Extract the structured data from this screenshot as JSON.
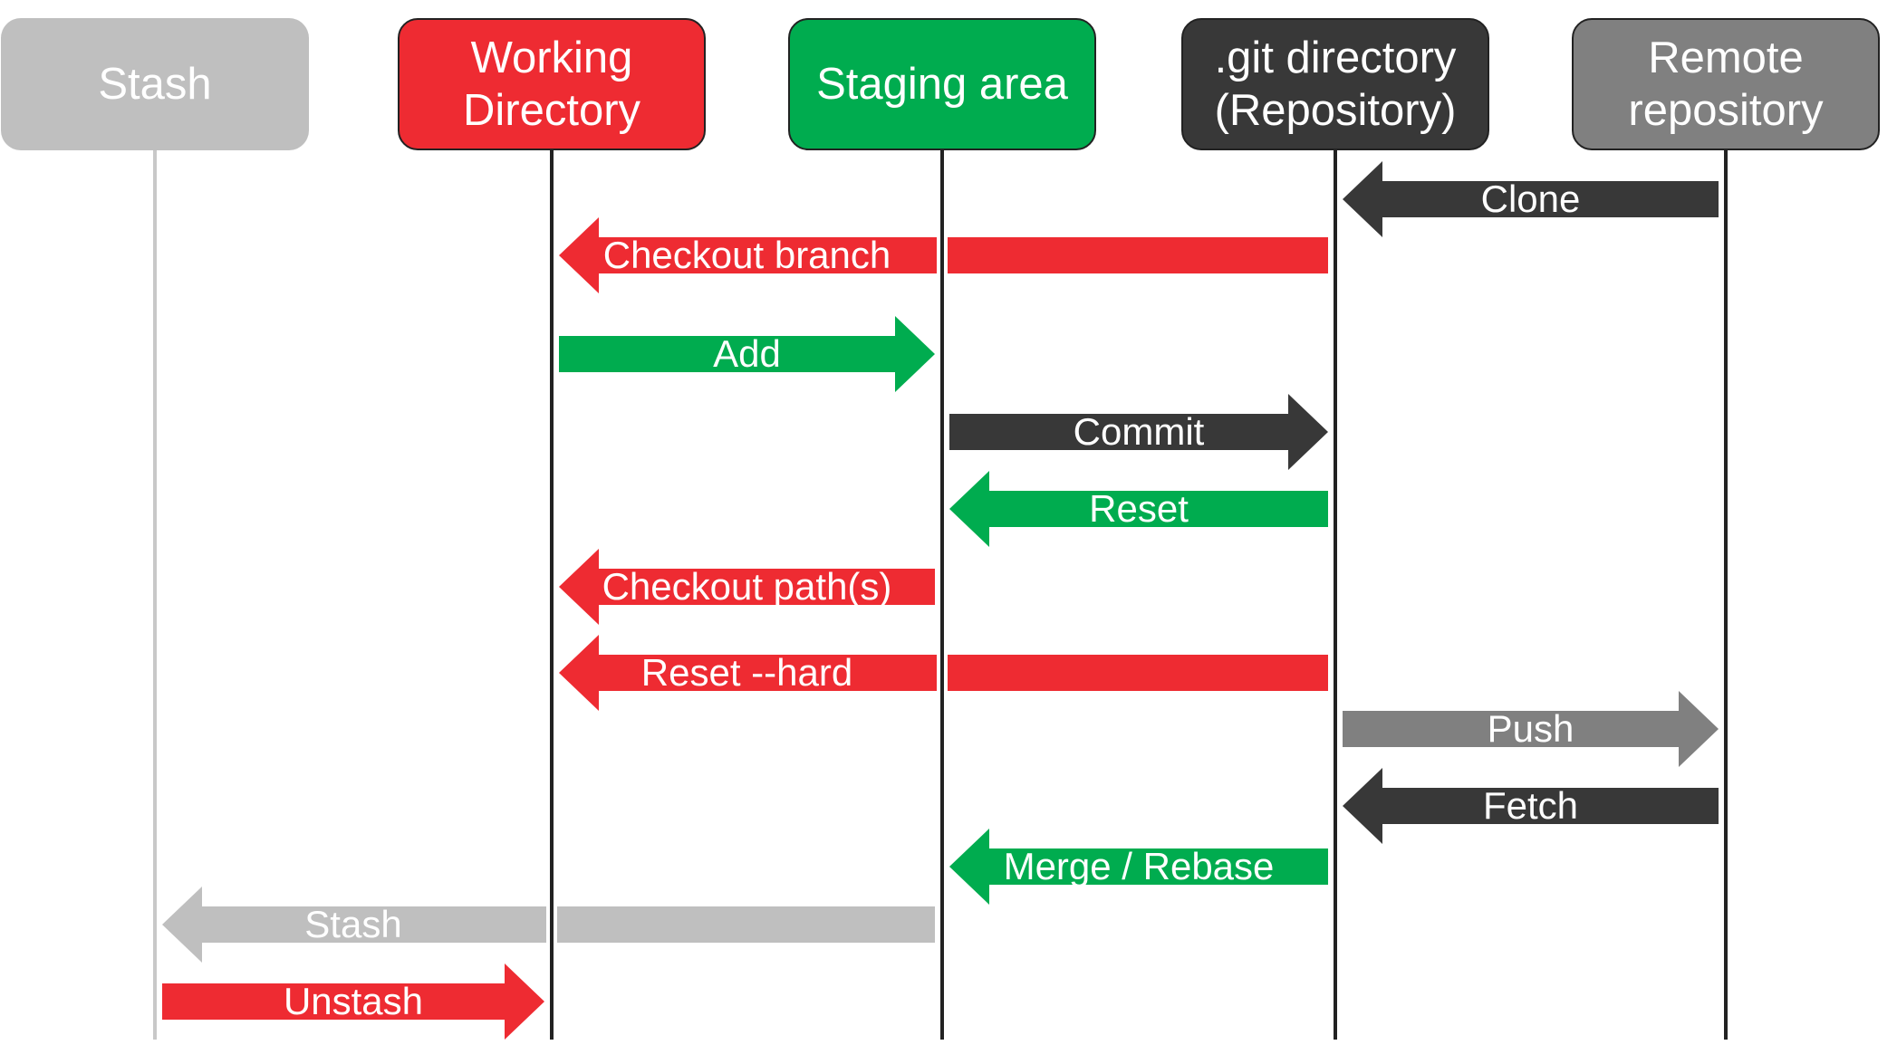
{
  "lanes": [
    {
      "id": "stash",
      "label": "Stash",
      "color": "#bfbfbf",
      "line_color": "#c8c8c8",
      "bordered": false
    },
    {
      "id": "working",
      "label": "Working\nDirectory",
      "color": "#ee2b32",
      "line_color": "#222222",
      "bordered": true
    },
    {
      "id": "staging",
      "label": "Staging area",
      "color": "#00ac4f",
      "line_color": "#222222",
      "bordered": true
    },
    {
      "id": "git",
      "label": ".git directory\n(Repository)",
      "color": "#383838",
      "line_color": "#222222",
      "bordered": true
    },
    {
      "id": "remote",
      "label": "Remote\nrepository",
      "color": "#808080",
      "line_color": "#222222",
      "bordered": true
    }
  ],
  "arrows": [
    {
      "label": "Clone",
      "from": "remote",
      "to": "git",
      "color": "#383838"
    },
    {
      "label": "Checkout branch",
      "from": "git",
      "to": "working",
      "color": "#ee2b32"
    },
    {
      "label": "Add",
      "from": "working",
      "to": "staging",
      "color": "#00ac4f"
    },
    {
      "label": "Commit",
      "from": "staging",
      "to": "git",
      "color": "#383838"
    },
    {
      "label": "Reset",
      "from": "git",
      "to": "staging",
      "color": "#00ac4f"
    },
    {
      "label": "Checkout path(s)",
      "from": "staging",
      "to": "working",
      "color": "#ee2b32"
    },
    {
      "label": "Reset --hard",
      "from": "git",
      "to": "working",
      "color": "#ee2b32"
    },
    {
      "label": "Push",
      "from": "git",
      "to": "remote",
      "color": "#808080"
    },
    {
      "label": "Fetch",
      "from": "remote",
      "to": "git",
      "color": "#383838"
    },
    {
      "label": "Merge / Rebase",
      "from": "git",
      "to": "staging",
      "color": "#00ac4f"
    },
    {
      "label": "Stash",
      "from": "staging",
      "to": "stash",
      "color": "#bfbfbf"
    },
    {
      "label": "Unstash",
      "from": "stash",
      "to": "working",
      "color": "#ee2b32"
    }
  ]
}
